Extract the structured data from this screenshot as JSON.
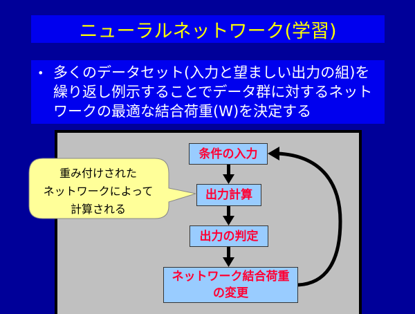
{
  "slide": {
    "title": "ニューラルネットワーク(学習)",
    "bullet": {
      "marker": "•",
      "lines": [
        "多くのデータセット(入力と望ましい出力の組)を",
        "繰り返し例示することでデータ群に対するネット",
        "ワークの最適な結合荷重(W)を決定する"
      ]
    },
    "flow": {
      "steps": [
        "条件の入力",
        "出力計算",
        "出力の判定",
        "ネットワーク結合荷重",
        "の変更"
      ]
    },
    "callout": {
      "lines": [
        "重み付けされた",
        "ネットワークによって",
        "計算される"
      ]
    }
  },
  "colors": {
    "background": "#000099",
    "box": "#0000ee",
    "title": "#ffff00",
    "step_fill": "#99ccff",
    "step_text": "#ff0033",
    "panel": "#c0c0c0",
    "callout": "#ffff99"
  }
}
